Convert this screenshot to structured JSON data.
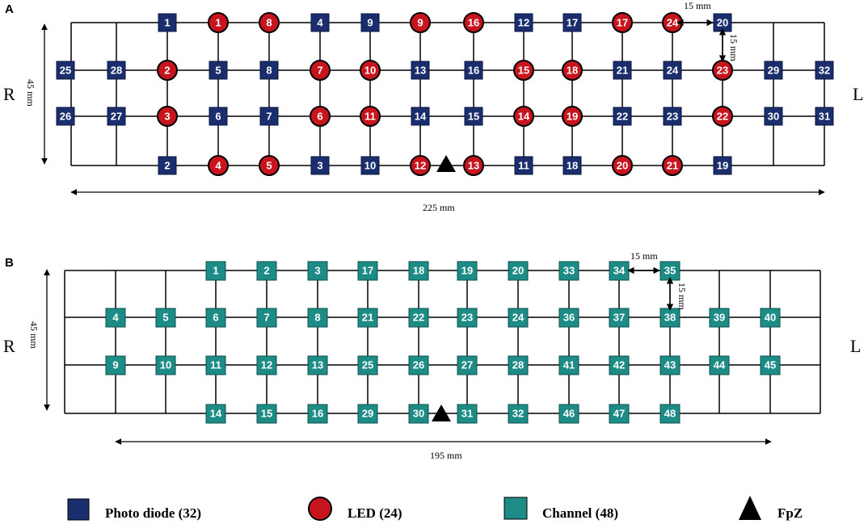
{
  "panel_a": {
    "letter": "A",
    "side_right": "R",
    "side_left": "L",
    "height_label": "45 mm",
    "width_label": "225 mm",
    "spacing_h_label": "15 mm",
    "spacing_v_label": "15 mm",
    "photodiodes": [
      {
        "id": "1",
        "row": 0,
        "col": 2
      },
      {
        "id": "4",
        "row": 0,
        "col": 5
      },
      {
        "id": "9",
        "row": 0,
        "col": 6
      },
      {
        "id": "12",
        "row": 0,
        "col": 9
      },
      {
        "id": "17",
        "row": 0,
        "col": 10
      },
      {
        "id": "20",
        "row": 0,
        "col": 13
      },
      {
        "id": "25",
        "row": 1,
        "col": 0
      },
      {
        "id": "28",
        "row": 1,
        "col": 1
      },
      {
        "id": "5",
        "row": 1,
        "col": 3
      },
      {
        "id": "8",
        "row": 1,
        "col": 4
      },
      {
        "id": "13",
        "row": 1,
        "col": 7
      },
      {
        "id": "16",
        "row": 1,
        "col": 8
      },
      {
        "id": "21",
        "row": 1,
        "col": 11
      },
      {
        "id": "24",
        "row": 1,
        "col": 12
      },
      {
        "id": "29",
        "row": 1,
        "col": 14
      },
      {
        "id": "32",
        "row": 1,
        "col": 15
      },
      {
        "id": "26",
        "row": 2,
        "col": 0
      },
      {
        "id": "27",
        "row": 2,
        "col": 1
      },
      {
        "id": "6",
        "row": 2,
        "col": 3
      },
      {
        "id": "7",
        "row": 2,
        "col": 4
      },
      {
        "id": "14",
        "row": 2,
        "col": 7
      },
      {
        "id": "15",
        "row": 2,
        "col": 8
      },
      {
        "id": "22",
        "row": 2,
        "col": 11
      },
      {
        "id": "23",
        "row": 2,
        "col": 12
      },
      {
        "id": "30",
        "row": 2,
        "col": 14
      },
      {
        "id": "31",
        "row": 2,
        "col": 15
      },
      {
        "id": "2",
        "row": 3,
        "col": 2
      },
      {
        "id": "3",
        "row": 3,
        "col": 5
      },
      {
        "id": "10",
        "row": 3,
        "col": 6
      },
      {
        "id": "11",
        "row": 3,
        "col": 9
      },
      {
        "id": "18",
        "row": 3,
        "col": 10
      },
      {
        "id": "19",
        "row": 3,
        "col": 13
      }
    ],
    "leds": [
      {
        "id": "1",
        "row": 0,
        "col": 3
      },
      {
        "id": "8",
        "row": 0,
        "col": 4
      },
      {
        "id": "9",
        "row": 0,
        "col": 7
      },
      {
        "id": "16",
        "row": 0,
        "col": 8
      },
      {
        "id": "17",
        "row": 0,
        "col": 11
      },
      {
        "id": "24",
        "row": 0,
        "col": 12
      },
      {
        "id": "2",
        "row": 1,
        "col": 2
      },
      {
        "id": "7",
        "row": 1,
        "col": 5
      },
      {
        "id": "10",
        "row": 1,
        "col": 6
      },
      {
        "id": "15",
        "row": 1,
        "col": 9
      },
      {
        "id": "18",
        "row": 1,
        "col": 10
      },
      {
        "id": "23",
        "row": 1,
        "col": 13
      },
      {
        "id": "3",
        "row": 2,
        "col": 2
      },
      {
        "id": "6",
        "row": 2,
        "col": 5
      },
      {
        "id": "11",
        "row": 2,
        "col": 6
      },
      {
        "id": "14",
        "row": 2,
        "col": 9
      },
      {
        "id": "19",
        "row": 2,
        "col": 10
      },
      {
        "id": "22",
        "row": 2,
        "col": 13
      },
      {
        "id": "4",
        "row": 3,
        "col": 3
      },
      {
        "id": "5",
        "row": 3,
        "col": 4
      },
      {
        "id": "12",
        "row": 3,
        "col": 7
      },
      {
        "id": "13",
        "row": 3,
        "col": 8
      },
      {
        "id": "20",
        "row": 3,
        "col": 11
      },
      {
        "id": "21",
        "row": 3,
        "col": 12
      }
    ]
  },
  "panel_b": {
    "letter": "B",
    "side_right": "R",
    "side_left": "L",
    "height_label": "45 mm",
    "width_label": "195 mm",
    "spacing_h_label": "15 mm",
    "spacing_v_label": "15 mm",
    "channels": [
      {
        "id": "1",
        "row": 0,
        "col": 2
      },
      {
        "id": "2",
        "row": 0,
        "col": 3
      },
      {
        "id": "3",
        "row": 0,
        "col": 4
      },
      {
        "id": "17",
        "row": 0,
        "col": 5
      },
      {
        "id": "18",
        "row": 0,
        "col": 6
      },
      {
        "id": "19",
        "row": 0,
        "col": 7
      },
      {
        "id": "20",
        "row": 0,
        "col": 8
      },
      {
        "id": "33",
        "row": 0,
        "col": 9
      },
      {
        "id": "34",
        "row": 0,
        "col": 10
      },
      {
        "id": "35",
        "row": 0,
        "col": 11
      },
      {
        "id": "4",
        "row": 1,
        "col": 0
      },
      {
        "id": "5",
        "row": 1,
        "col": 1
      },
      {
        "id": "6",
        "row": 1,
        "col": 2
      },
      {
        "id": "7",
        "row": 1,
        "col": 3
      },
      {
        "id": "8",
        "row": 1,
        "col": 4
      },
      {
        "id": "21",
        "row": 1,
        "col": 5
      },
      {
        "id": "22",
        "row": 1,
        "col": 6
      },
      {
        "id": "23",
        "row": 1,
        "col": 7
      },
      {
        "id": "24",
        "row": 1,
        "col": 8
      },
      {
        "id": "36",
        "row": 1,
        "col": 9
      },
      {
        "id": "37",
        "row": 1,
        "col": 10
      },
      {
        "id": "38",
        "row": 1,
        "col": 11
      },
      {
        "id": "39",
        "row": 1,
        "col": 12
      },
      {
        "id": "40",
        "row": 1,
        "col": 13
      },
      {
        "id": "9",
        "row": 2,
        "col": 0
      },
      {
        "id": "10",
        "row": 2,
        "col": 1
      },
      {
        "id": "11",
        "row": 2,
        "col": 2
      },
      {
        "id": "12",
        "row": 2,
        "col": 3
      },
      {
        "id": "13",
        "row": 2,
        "col": 4
      },
      {
        "id": "25",
        "row": 2,
        "col": 5
      },
      {
        "id": "26",
        "row": 2,
        "col": 6
      },
      {
        "id": "27",
        "row": 2,
        "col": 7
      },
      {
        "id": "28",
        "row": 2,
        "col": 8
      },
      {
        "id": "41",
        "row": 2,
        "col": 9
      },
      {
        "id": "42",
        "row": 2,
        "col": 10
      },
      {
        "id": "43",
        "row": 2,
        "col": 11
      },
      {
        "id": "44",
        "row": 2,
        "col": 12
      },
      {
        "id": "45",
        "row": 2,
        "col": 13
      },
      {
        "id": "14",
        "row": 3,
        "col": 2
      },
      {
        "id": "15",
        "row": 3,
        "col": 3
      },
      {
        "id": "16",
        "row": 3,
        "col": 4
      },
      {
        "id": "29",
        "row": 3,
        "col": 5
      },
      {
        "id": "30",
        "row": 3,
        "col": 6
      },
      {
        "id": "31",
        "row": 3,
        "col": 7
      },
      {
        "id": "32",
        "row": 3,
        "col": 8
      },
      {
        "id": "46",
        "row": 3,
        "col": 9
      },
      {
        "id": "47",
        "row": 3,
        "col": 10
      },
      {
        "id": "48",
        "row": 3,
        "col": 11
      }
    ]
  },
  "legend": {
    "photodiode": "Photo diode (32)",
    "led": "LED (24)",
    "channel": "Channel (48)",
    "fpz": "FpZ"
  },
  "colors": {
    "photodiode": "#1a2e6e",
    "led": "#c8141c",
    "channel": "#1e8c86",
    "grid": "#000000"
  }
}
